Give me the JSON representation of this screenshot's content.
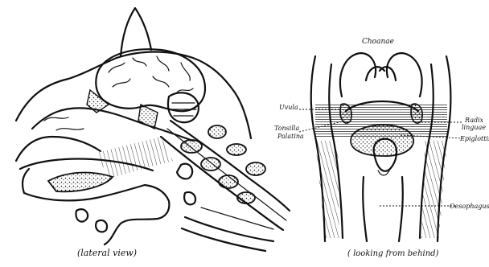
{
  "figures": [
    {
      "id": "lateral",
      "caption": "(lateral view)"
    },
    {
      "id": "posterior",
      "caption": "( looking from behind)"
    }
  ],
  "labels": {
    "choanae": "Choanae",
    "uvula": "Uvula",
    "tonsilla": "Tonsilla",
    "palatina": "Palatina",
    "radix": "Radix",
    "linguae": "linguae",
    "epiglottis": "Epiglottis",
    "oesophagus": "Oesophagus"
  }
}
